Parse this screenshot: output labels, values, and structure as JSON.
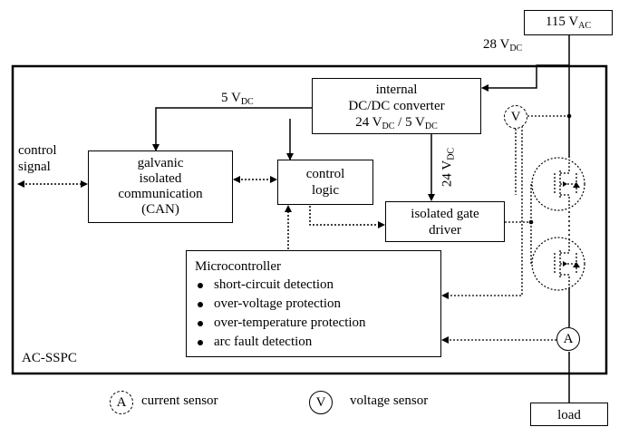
{
  "supply_label": "115 V",
  "supply_sub": "AC",
  "input_label": "28 V",
  "input_sub": "DC",
  "converter": {
    "line1": "internal",
    "line2": "DC/DC converter",
    "line3_a": "24 V",
    "line3_sub1": "DC",
    "line3_b": " / 5 V",
    "line3_sub2": "DC"
  },
  "five_v_label": "5 V",
  "five_v_sub": "DC",
  "gate_supply_label": "24 V",
  "gate_supply_sub": "DC",
  "control_signal": [
    "control",
    "signal"
  ],
  "comm_box": [
    "galvanic",
    "isolated",
    "communication",
    "(CAN)"
  ],
  "control_logic": [
    "control",
    "logic"
  ],
  "gate_driver": [
    "isolated gate",
    "driver"
  ],
  "microcontroller": {
    "title": "Microcontroller",
    "features": [
      "short-circuit detection",
      "over-voltage protection",
      "over-temperature protection",
      "arc fault detection"
    ]
  },
  "enclosure_label": "AC-SSPC",
  "voltage_sensor_symbol": "V",
  "current_sensor_symbol": "A",
  "legend": {
    "current_symbol": "A",
    "current_text": "current sensor",
    "voltage_symbol": "V",
    "voltage_text": "voltage sensor"
  },
  "load_label": "load"
}
